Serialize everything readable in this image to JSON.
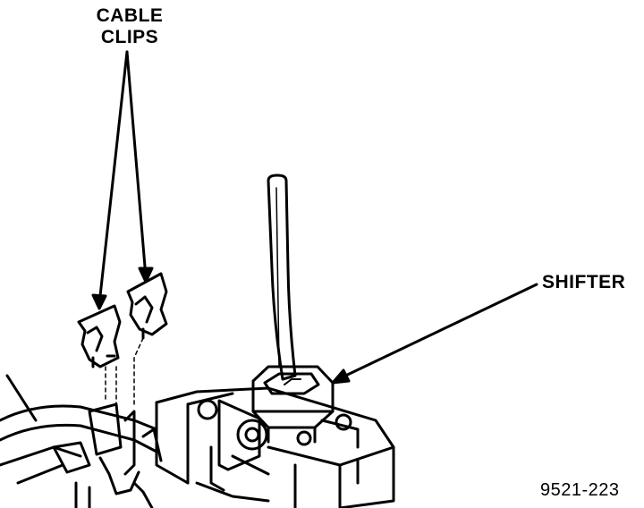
{
  "labels": {
    "cable_clips_line1": "CABLE",
    "cable_clips_line2": "CLIPS",
    "shifter": "SHIFTER",
    "figure_number": "9521-223"
  },
  "colors": {
    "ink": "#000000",
    "paper": "#ffffff"
  }
}
